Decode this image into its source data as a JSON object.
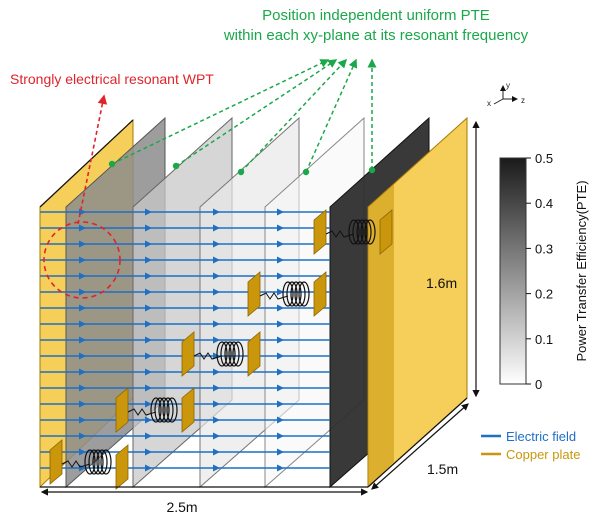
{
  "annotations": {
    "top_line1": "Position independent uniform PTE",
    "top_line2": "within each xy-plane at its resonant frequency",
    "resonant_label": "Strongly electrical resonant WPT"
  },
  "dimensions": {
    "width": "2.5m",
    "depth": "1.5m",
    "height": "1.6m"
  },
  "axes": {
    "y": "y",
    "x": "x",
    "z": "z"
  },
  "colorbar": {
    "title": "Power Transfer Efficiency(PTE)",
    "ticks": [
      "0.5",
      "0.4",
      "0.3",
      "0.2",
      "0.1",
      "0"
    ],
    "min": 0,
    "max": 0.5
  },
  "legend": [
    {
      "label": "Electric field",
      "color": "#1f6fc4"
    },
    {
      "label": "Copper plate",
      "color": "#c9960c"
    }
  ],
  "colors": {
    "field": "#1f6fc4",
    "copper": "#c9960c",
    "copper_light": "#f5cf5a",
    "annotation_green": "#1aa84a",
    "annotation_red": "#e0242b"
  }
}
